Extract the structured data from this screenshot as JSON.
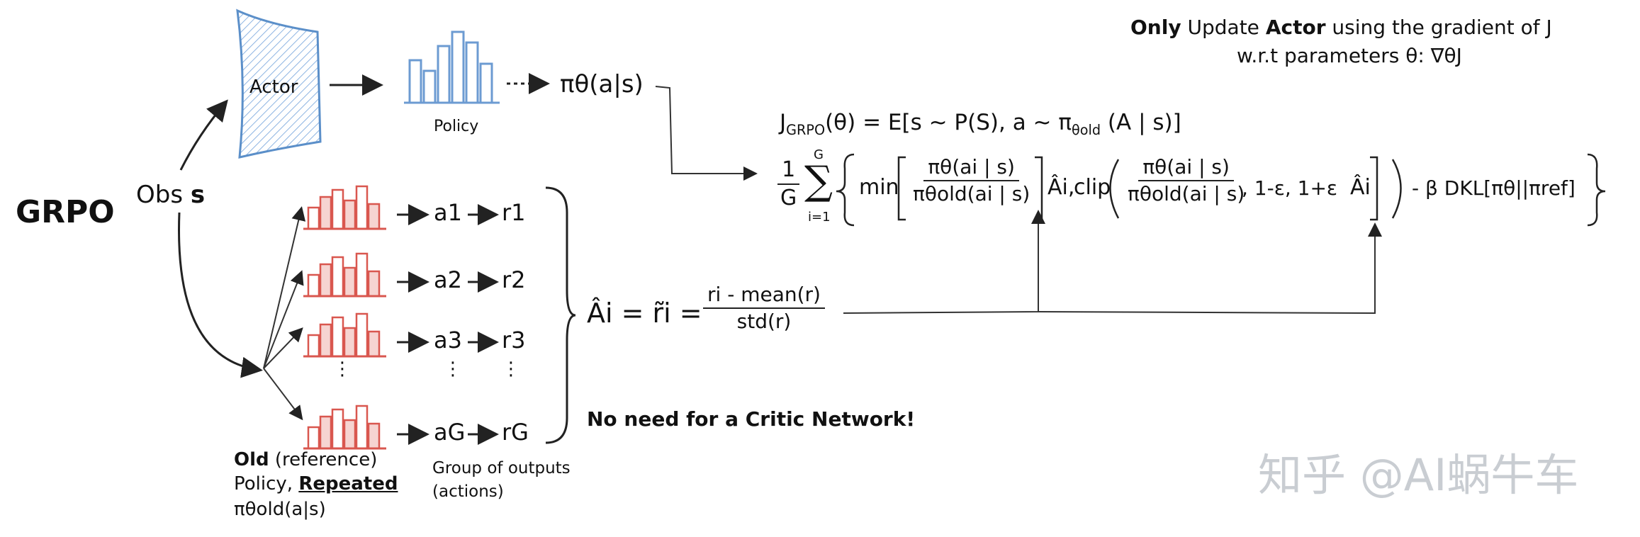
{
  "title": "GRPO",
  "obs_label": "Obs",
  "obs_var": "s",
  "actor_label": "Actor",
  "policy_label": "Policy",
  "policy_expr": "πθ(a|s)",
  "top_note_line1_bold1": "Only",
  "top_note_line1_mid": " Update ",
  "top_note_line1_bold2": "Actor",
  "top_note_line1_end": " using the gradient of J",
  "top_note_line2": "w.r.t parameters θ: ∇θJ",
  "objective_lhs": "J",
  "objective_lhs_sub": "GRPO",
  "objective_lhs_arg": "(θ)  = E[s ~ P(S),  a ~ π",
  "objective_lhs_sub2": "θold",
  "objective_lhs_tail": " (A | s)]",
  "sum_upper": "G",
  "sum_lower": "i=1",
  "frac_one": "1",
  "frac_G": "G",
  "min_label": "min",
  "ratio_num": "πθ(ai | s)",
  "ratio_den": "πθold(ai | s)",
  "adv_hat": "Âi,",
  "clip_label": "clip",
  "clip_args": ",  1-ε,  1+ε",
  "adv_hat2": "Âi",
  "kl_term": "- β DKL[πθ||πref]",
  "advantage_lhs": "Âi = r̃i =",
  "advantage_num": "ri - mean(r)",
  "advantage_den": "std(r)",
  "no_critic": "No need for a Critic Network!",
  "outputs": [
    {
      "a": "a1",
      "r": "r1"
    },
    {
      "a": "a2",
      "r": "r2"
    },
    {
      "a": "a3",
      "r": "r3"
    },
    {
      "a": "aG",
      "r": "rG"
    }
  ],
  "dots": "⋮",
  "old_policy_bold": "Old",
  "old_policy_rest": " (reference)",
  "old_policy_line2a": "Policy, ",
  "old_policy_line2b": "Repeated",
  "old_policy_line3": "πθold(a|s)",
  "group_label_line1": "Group of outputs",
  "group_label_line2": "(actions)",
  "watermark": "知乎 @AI蜗牛车",
  "colors": {
    "actor_fill": "#d9e8f7",
    "actor_stroke": "#5b8fc9",
    "policy_blue": "#6c9bd2",
    "old_red": "#d9574f",
    "old_fill": "#f6d4d1",
    "ink": "#222222",
    "watermark": "#c9cdd2"
  }
}
